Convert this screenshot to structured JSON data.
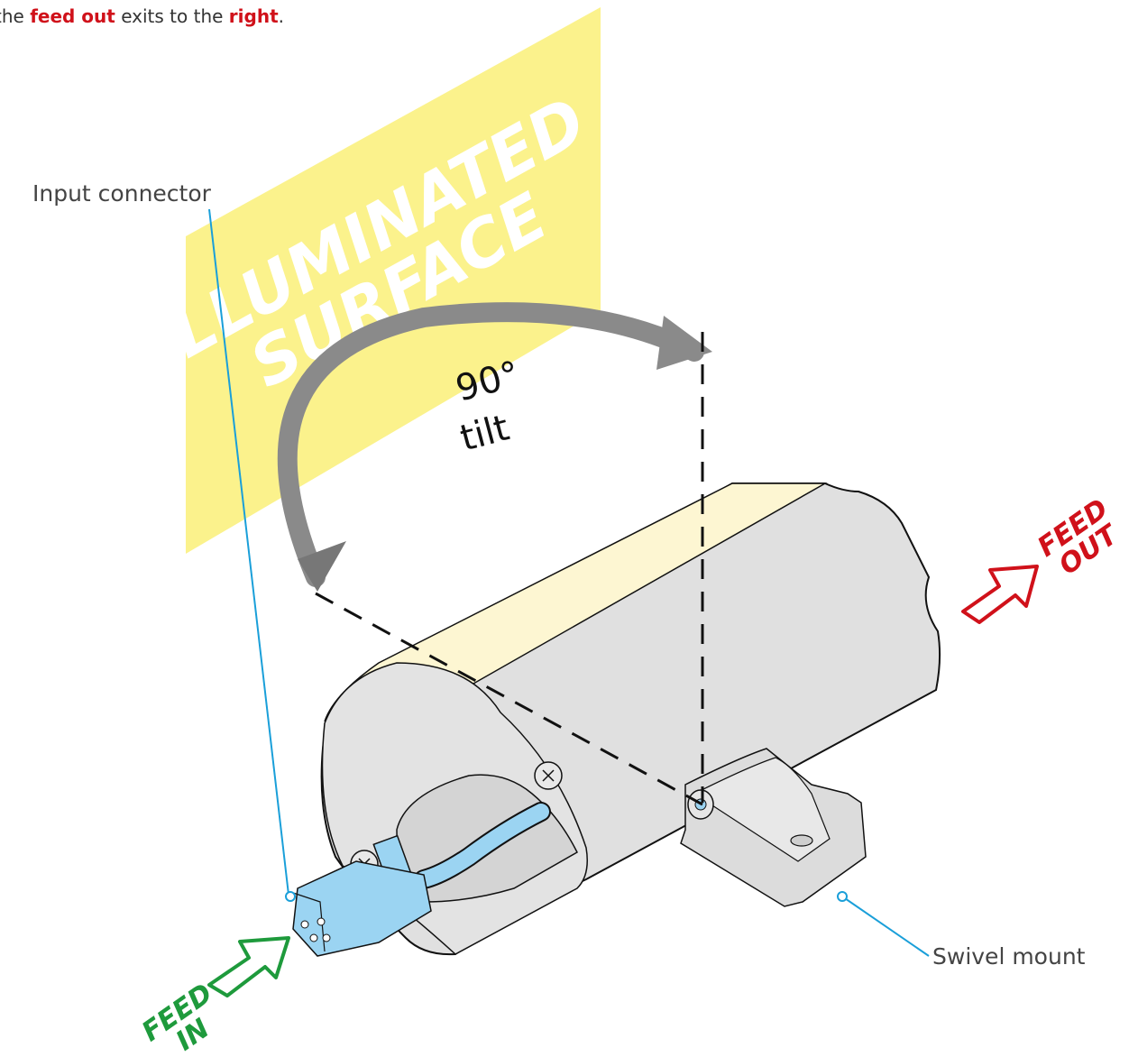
{
  "intro": {
    "part1": "the",
    "feed_out": "feed out",
    "part2": "exits to the",
    "right": "right",
    "part3": "."
  },
  "surface_text": {
    "line1": "ILLUMINATED",
    "line2": "SURFACE"
  },
  "tilt": {
    "degrees": "90°",
    "word": "tilt"
  },
  "labels": {
    "input_connector": "Input connector",
    "swivel_mount": "Swivel mount"
  },
  "feed_out": {
    "line1": "FEED",
    "line2": "OUT"
  },
  "feed_in": {
    "line1": "FEED",
    "line2": "IN"
  },
  "colors": {
    "surface": "#fbf28c",
    "surface_text": "#ffffff",
    "body": "#e0e0e0",
    "lens": "#fdf6d2",
    "arrow_gray": "#8a8a8a",
    "connector": "#9bd4f2",
    "leader": "#1a9fd9",
    "feed_out": "#d0111a",
    "feed_in": "#1e9a3c"
  }
}
